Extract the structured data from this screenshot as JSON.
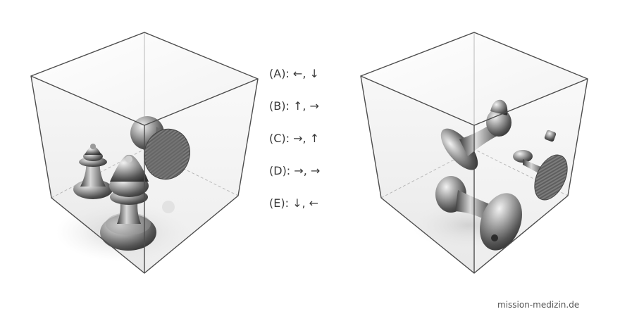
{
  "options": [
    {
      "label": "(A): ←, ↓"
    },
    {
      "label": "(B): ↑, →"
    },
    {
      "label": "(C): →, ↑"
    },
    {
      "label": "(D): →, →"
    },
    {
      "label": "(E): ↓, ←"
    }
  ],
  "watermark": "mission-medizin.de",
  "colors": {
    "cube_edge": "#4d4d4d",
    "cube_back_edge": "#b5b5b5",
    "cube_fill": "#ececec",
    "object_metal": "#7f7f7f"
  }
}
